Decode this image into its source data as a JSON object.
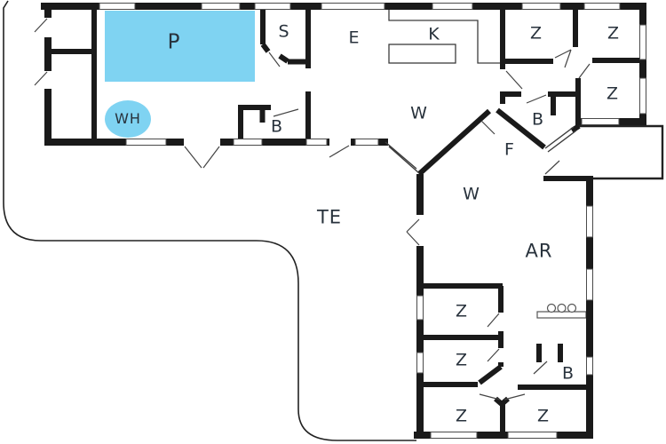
{
  "title": "Holiday house floor plan",
  "colors": {
    "background": "#ffffff",
    "wall": "#1a1a1a",
    "pool": "#7fd3f2",
    "thin_line": "#3c3c3c",
    "boundary": "#222222",
    "label": "#28323c"
  },
  "rooms": [
    {
      "id": "pool",
      "label": "P"
    },
    {
      "id": "whirlpool",
      "label": "WH"
    },
    {
      "id": "sauna",
      "label": "S"
    },
    {
      "id": "bath-pool",
      "label": "B"
    },
    {
      "id": "entrance",
      "label": "E"
    },
    {
      "id": "kitchen",
      "label": "K"
    },
    {
      "id": "living-upper",
      "label": "W"
    },
    {
      "id": "bedroom-ne-1",
      "label": "Z"
    },
    {
      "id": "bedroom-ne-2",
      "label": "Z"
    },
    {
      "id": "bedroom-e",
      "label": "Z"
    },
    {
      "id": "bath-mid",
      "label": "B"
    },
    {
      "id": "hall-f",
      "label": "F"
    },
    {
      "id": "living-lower",
      "label": "W"
    },
    {
      "id": "terrace",
      "label": "TE"
    },
    {
      "id": "annex-ar",
      "label": "AR"
    },
    {
      "id": "bedroom-s-1",
      "label": "Z"
    },
    {
      "id": "bedroom-s-2",
      "label": "Z"
    },
    {
      "id": "bath-south",
      "label": "B"
    },
    {
      "id": "bedroom-s-3",
      "label": "Z"
    },
    {
      "id": "bedroom-s-4",
      "label": "Z"
    }
  ],
  "fixtures": {
    "pool_shape": "rectangle",
    "whirlpool_shape": "circle",
    "kitchen_island": 1,
    "washbasin_circles": 3
  }
}
